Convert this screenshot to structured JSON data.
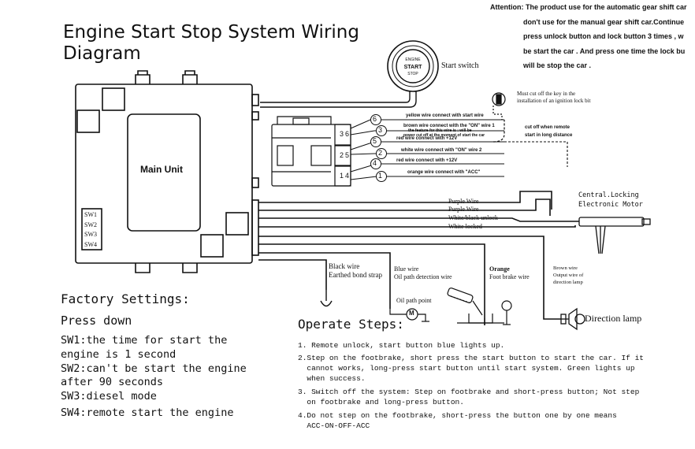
{
  "title": "Engine Start Stop System Wiring\nDiagram",
  "attention": {
    "lines": [
      "Attention: The product use for the automatic gear shift car",
      "don't use for the manual gear shift car.Continue",
      "press unlock button and  lock button 3 times , w",
      "be start the car . And press one time the lock bu",
      "will be stop the car ."
    ]
  },
  "main_unit": {
    "label": "Main Unit",
    "switches": [
      "SW1",
      "SW2",
      "SW3",
      "SW4"
    ]
  },
  "start_switch": {
    "button_lines": [
      "ENGINE",
      "START",
      "STOP"
    ],
    "label": "Start switch"
  },
  "key_note": {
    "lines": [
      "Must cut off the key in the",
      "installation of an ignition lock bit"
    ]
  },
  "cut_note": {
    "lines": [
      "cut off when remote",
      "start in long distance"
    ]
  },
  "connector_wires": [
    {
      "num": "6",
      "label": "yellow wire connect with start wire"
    },
    {
      "num": "3",
      "label": "brown wire connect with the \"ON\" wire 1"
    },
    {
      "num": "5",
      "label": "red wire connect with +12V"
    },
    {
      "num": "2",
      "label": "white wire connect with  \"ON\" wire 2"
    },
    {
      "num": "4",
      "label": "red wire connect with +12V"
    },
    {
      "num": "1",
      "label": "orange wire connect with \"ACC\""
    }
  ],
  "brown_note": {
    "lines": [
      "the feature for this wire is : will be",
      "power cut off at the moment of start the car"
    ]
  },
  "connector_pins": [
    "3",
    "6",
    "2",
    "5",
    "1",
    "4"
  ],
  "lock_wires": [
    "Purple Wire",
    "Purple Wire",
    "White/black unlock",
    "White locked"
  ],
  "motor_label": {
    "lines": [
      "Central.Locking",
      "Electronic Motor"
    ]
  },
  "black_wire": {
    "lines": [
      "Black wire",
      "Earthed bond strap"
    ]
  },
  "blue_wire": {
    "lines": [
      "Blue wire",
      "Oil path detection wire"
    ]
  },
  "orange_wire": {
    "lines": [
      "Orange",
      "Foot brake wire"
    ]
  },
  "brown_wire": {
    "lines": [
      "Brown wire",
      "Output wire of",
      "direction lamp"
    ]
  },
  "oil_path_point": "Oil path point",
  "motor_symbol": "M",
  "direction_lamp": "Direction lamp",
  "factory": {
    "title": "Factory Settings:",
    "press_down": "Press down",
    "lines": [
      "SW1:the time for start the",
      "engine is 1 second",
      "SW2:can't be start the engine",
      "after 90 seconds",
      "SW3:diesel mode",
      "SW4:remote start the engine"
    ]
  },
  "operate": {
    "title": "Operate Steps:",
    "steps": [
      "1. Remote unlock, start button blue lights up.",
      "2.Step on the footbrake, short press the start button to start the car. If it",
      "  cannot works, long-press start button until start system. Green lights up",
      "  when success.",
      "3. Switch off the system: Step on footbrake and short-press button; Not step",
      "  on footbrake and long-press button.",
      "4.Do not step on the footbrake, short-press the button one by one means",
      "  ACC-ON-OFF-ACC"
    ]
  }
}
